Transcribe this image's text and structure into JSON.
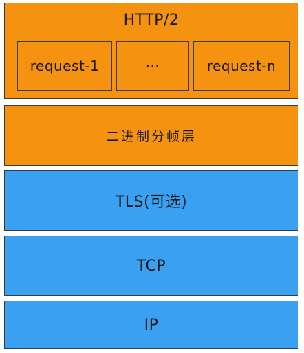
{
  "http2": {
    "title": "HTTP/2",
    "requests": [
      "request-1",
      "···",
      "request-n"
    ]
  },
  "framing_layer": "二进制分帧层",
  "tls_layer": "TLS(可选)",
  "tcp_layer": "TCP",
  "ip_layer": "IP",
  "colors": {
    "application_layers": "#f5920f",
    "transport_layers": "#3aa1f2"
  }
}
